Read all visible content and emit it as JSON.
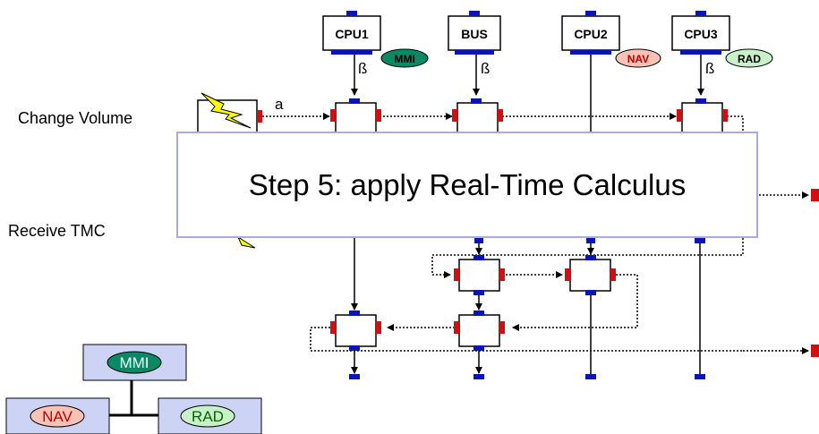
{
  "resources": {
    "cpu1": "CPU1",
    "bus": "BUS",
    "cpu2": "CPU2",
    "cpu3": "CPU3"
  },
  "badges": {
    "mmi": "MMI",
    "nav": "NAV",
    "rad": "RAD"
  },
  "tasks": {
    "change_volume": "Change Volume",
    "receive_tmc": "Receive TMC"
  },
  "curve_labels": {
    "arrival": "a",
    "service": "ß"
  },
  "overlay": {
    "text": "Step 5: apply Real-Time Calculus"
  },
  "tree": {
    "root": "MMI",
    "left": "NAV",
    "right": "RAD"
  },
  "colors": {
    "mmi": "#0a8a64",
    "nav": "#f6c3b6",
    "rad": "#c9f1c9",
    "port_blue": "#0a14b8",
    "port_red": "#d01010",
    "lightning": "#ffff00",
    "overlay_border": "#a9a9e8"
  }
}
